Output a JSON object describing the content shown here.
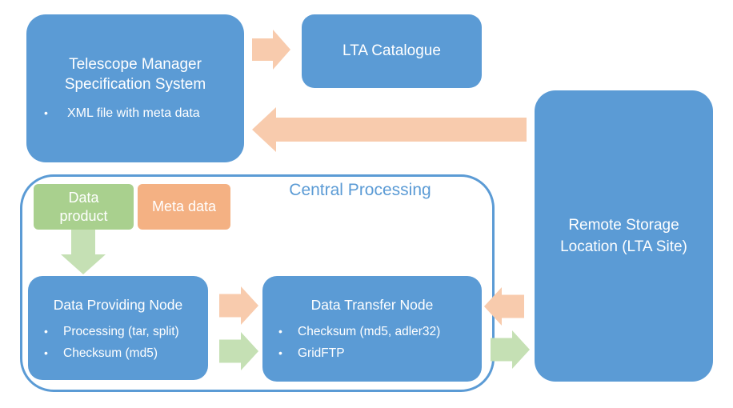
{
  "colors": {
    "box_blue": "#5B9BD5",
    "outline_blue": "#5B9BD5",
    "green_box": "#A9D08E",
    "green_arrow": "#C5E0B4",
    "orange_box": "#F4B183",
    "orange_arrow": "#F8CBAD",
    "text_on_boxes": "#FFFFFF"
  },
  "boxes": {
    "telescope": {
      "title_line1": "Telescope Manager",
      "title_line2": "Specification System",
      "bullets": [
        "XML file with meta data"
      ]
    },
    "lta_catalogue": {
      "label": "LTA Catalogue"
    },
    "remote_storage": {
      "line1": "Remote Storage",
      "line2": "Location (LTA Site)"
    },
    "central": {
      "title": "Central Processing",
      "data_product": {
        "line1": "Data",
        "line2": "product"
      },
      "meta_data": {
        "label": "Meta data"
      },
      "data_providing_node": {
        "title": "Data Providing Node",
        "bullets": [
          "Processing (tar, split)",
          "Checksum (md5)"
        ]
      },
      "data_transfer_node": {
        "title": "Data Transfer Node",
        "bullets": [
          "Checksum (md5, adler32)",
          "GridFTP"
        ]
      }
    }
  },
  "flows": [
    {
      "from": "telescope-manager",
      "to": "lta-catalogue",
      "color": "orange",
      "direction": "right"
    },
    {
      "from": "remote-storage",
      "to": "telescope-manager",
      "color": "orange",
      "direction": "left"
    },
    {
      "from": "data-product",
      "to": "data-providing-node",
      "color": "green",
      "direction": "down"
    },
    {
      "from": "data-providing-node",
      "to": "data-transfer-node",
      "color": "orange",
      "direction": "right"
    },
    {
      "from": "data-providing-node",
      "to": "data-transfer-node",
      "color": "green",
      "direction": "right"
    },
    {
      "from": "remote-storage",
      "to": "data-transfer-node",
      "color": "orange",
      "direction": "left"
    },
    {
      "from": "data-transfer-node",
      "to": "remote-storage",
      "color": "green",
      "direction": "right"
    }
  ]
}
